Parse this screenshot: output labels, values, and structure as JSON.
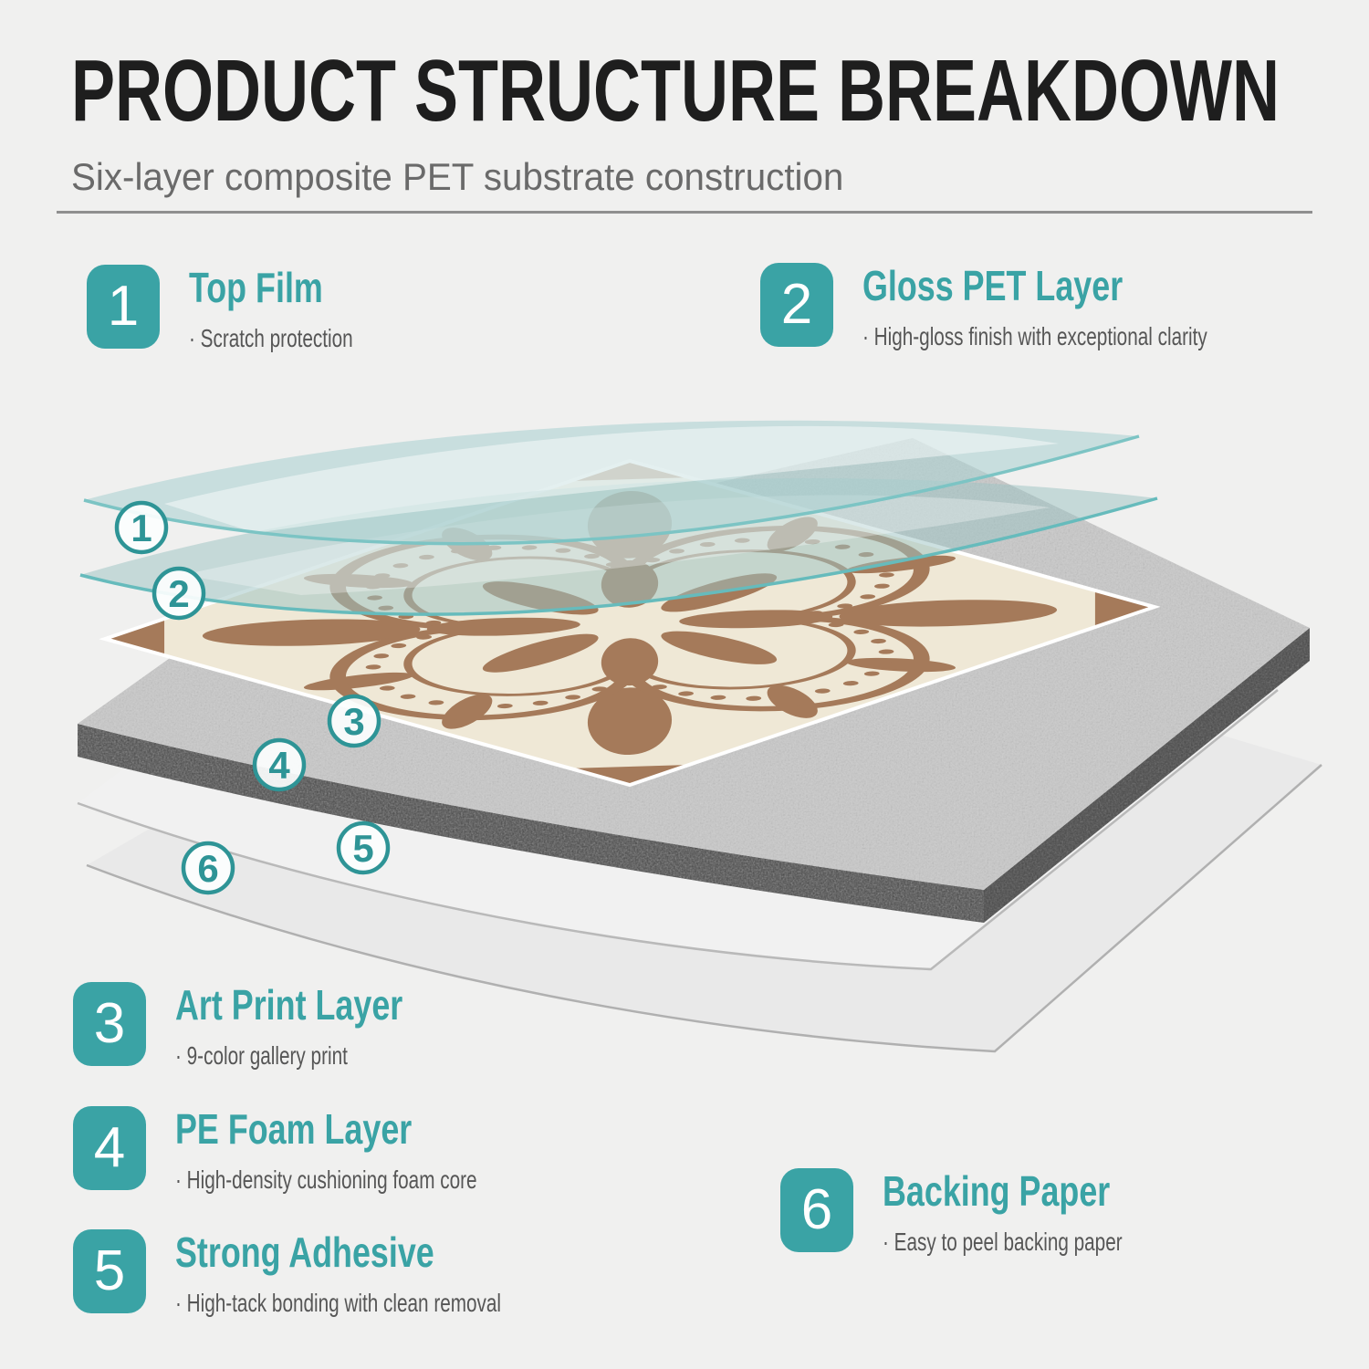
{
  "header": {
    "title": "PRODUCT STRUCTURE BREAKDOWN",
    "subtitle": "Six-layer composite PET substrate construction"
  },
  "callouts": [
    {
      "number": "1",
      "title": "Top Film",
      "description": "· Scratch protection"
    },
    {
      "number": "2",
      "title": "Gloss PET Layer",
      "description": "· High-gloss finish with exceptional clarity"
    },
    {
      "number": "3",
      "title": "Art Print Layer",
      "description": "· 9-color gallery print"
    },
    {
      "number": "4",
      "title": "PE Foam Layer",
      "description": "· High-density cushioning foam core"
    },
    {
      "number": "5",
      "title": "Strong Adhesive",
      "description": "· High-tack bonding with clean removal"
    },
    {
      "number": "6",
      "title": "Backing Paper",
      "description": "· Easy to peel backing paper"
    }
  ],
  "diagram": {
    "markers": [
      "1",
      "2",
      "3",
      "4",
      "5",
      "6"
    ],
    "layer_names": [
      "top-film",
      "gloss-pet-layer",
      "art-print-layer",
      "pe-foam-layer",
      "strong-adhesive-sheet",
      "backing-paper-sheet"
    ]
  },
  "colors": {
    "accent": "#3aa3a5",
    "marker_stroke": "#2e9496",
    "title_text": "#1e1e1e",
    "subtitle_text": "#6a6a6a",
    "description_text": "#565656",
    "background": "#f0f0ef",
    "film_teal": "#a9cccc",
    "tile_cream": "#efe8d6",
    "tile_brown": "#a57a5a",
    "foam_gray": "#c9c9c9",
    "foam_edge_dark": "#474747",
    "sheet_gray": "#e9e9e9"
  }
}
